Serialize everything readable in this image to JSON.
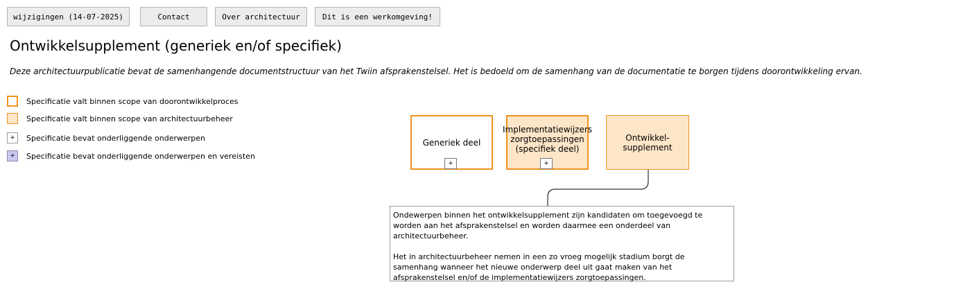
{
  "toolbar": {
    "changes_label": "wijzigingen (14-07-2025)",
    "contact_label": "Contact",
    "about_label": "Over architectuur",
    "env_label": "Dit is een werkomgeving!"
  },
  "page": {
    "title": "Ontwikkelsupplement (generiek en/of specifiek)",
    "subtitle": "Deze architectuurpublicatie bevat de samenhangende documentstructuur van het Twiin afsprakenstelsel. Het is bedoeld om de samenhang van de documentatie te borgen tijdens doorontwikkeling ervan."
  },
  "legend": {
    "items": [
      {
        "text": "Specificatie valt binnen scope van doorontwikkelproces"
      },
      {
        "text": "Specificatie valt binnen scope van architectuurbeheer"
      },
      {
        "text": "Specificatie bevat onderliggende onderwerpen",
        "symbol": "+"
      },
      {
        "text": "Specificatie bevat onderliggende onderwerpen en vereisten",
        "symbol": "+"
      }
    ]
  },
  "diagram": {
    "boxes": [
      {
        "label": "Generiek deel",
        "expand": "+"
      },
      {
        "label": "Implementatiewijzers zorgtoepassingen (specifiek deel)",
        "expand": "+"
      },
      {
        "label": "Ontwikkel-supplement"
      }
    ],
    "note": {
      "para1": "Ondewerpen binnen het ontwikkelsupplement zijn kandidaten om toegevoegd te worden aan het afsprakenstelsel en worden daarmee een onderdeel van architectuurbeheer.",
      "para2": "Het in architectuurbeheer nemen in een zo vroeg mogelijk stadium borgt de samenhang wanneer het nieuwe onderwerp deel uit gaat maken van het afsprakenstelsel en/of de implementatiewijzers zorgtoepassingen."
    }
  },
  "colors": {
    "orange_border": "#f0921e",
    "fill_peach": "#fde5c8",
    "fill_lavender": "#c9c9f2",
    "button_bg": "#ececec"
  }
}
